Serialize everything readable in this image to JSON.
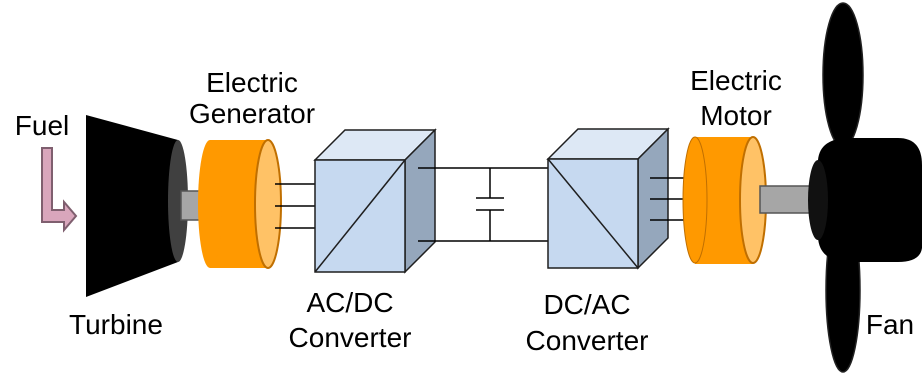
{
  "labels": {
    "fuel": "Fuel",
    "turbine": "Turbine",
    "generator_line1": "Electric",
    "generator_line2": "Generator",
    "acdc_line1": "AC/DC",
    "acdc_line2": "Converter",
    "dcac_line1": "DC/AC",
    "dcac_line2": "Converter",
    "motor_line1": "Electric",
    "motor_line2": "Motor",
    "fan": "Fan"
  },
  "colors": {
    "turbine": "#000000",
    "generator_body": "#FF9900",
    "generator_face": "#FFC266",
    "converter_front": "#C6D9F0",
    "converter_side": "#95A7BC",
    "converter_top": "#DDE8F5",
    "shaft": "#A6A6A6",
    "fuel_arrow": "#D9A6BC",
    "fan": "#000000"
  }
}
